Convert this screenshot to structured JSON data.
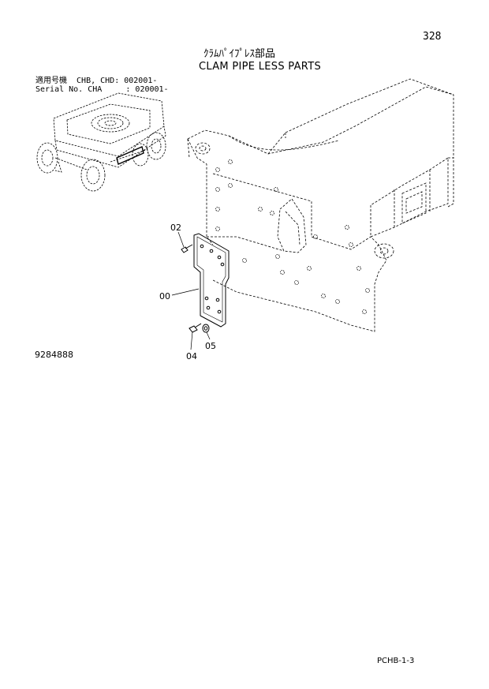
{
  "header": {
    "page_number": "328",
    "title_jp": "ｸﾗﾑﾊﾟｲﾌﾟﾚｽ部品",
    "title_en": "CLAM PIPE LESS PARTS",
    "applicability_line1": "適用号機  CHB, CHD: 002001-",
    "applicability_line2": "Serial No. CHA     : 020001-"
  },
  "diagram": {
    "callouts": [
      "02",
      "00",
      "04",
      "05"
    ],
    "figure_number": "9284888"
  },
  "footer": {
    "code": "PCHB-1-3"
  }
}
